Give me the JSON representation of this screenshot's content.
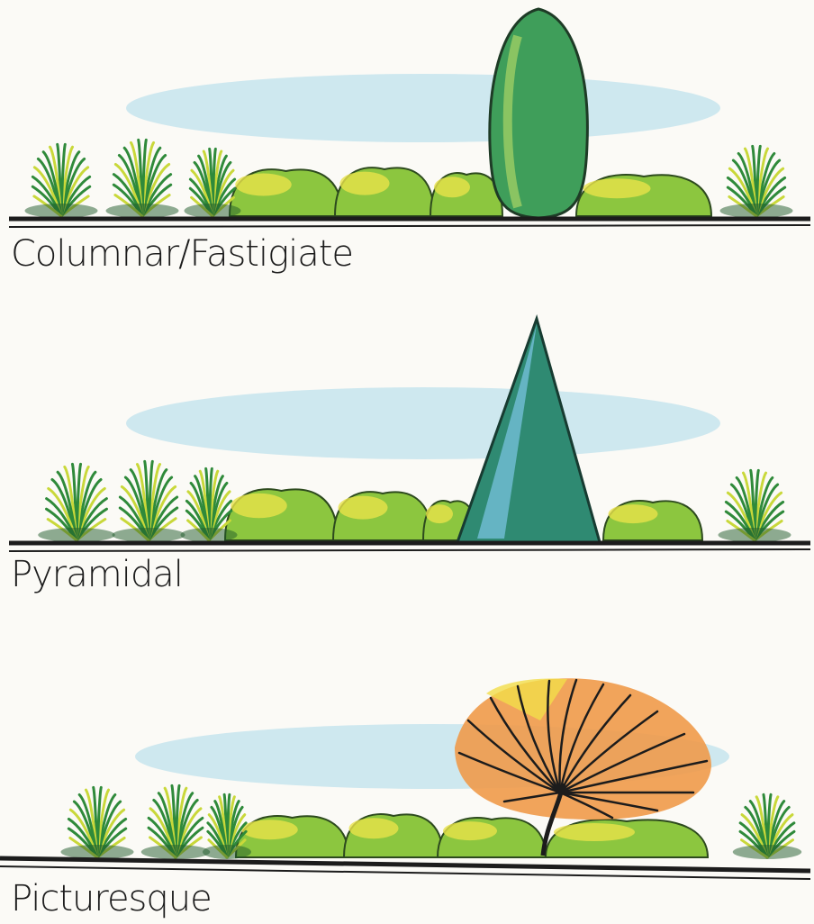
{
  "figure": {
    "panels": [
      {
        "label": "Columnar/Fastigiate",
        "form": "columnar",
        "tree_color": "#3f9e5a"
      },
      {
        "label": "Pyramidal",
        "form": "pyramidal",
        "tree_color": "#2f8a72"
      },
      {
        "label": "Picturesque",
        "form": "picturesque",
        "tree_color": "#ef9a4a"
      }
    ]
  },
  "colors": {
    "grass": "#2f8a3a",
    "shrub": "#8cc63f",
    "shrub_highlight": "#e8e24a",
    "sky": "#a9d8ea",
    "ink": "#1c1c1c"
  }
}
